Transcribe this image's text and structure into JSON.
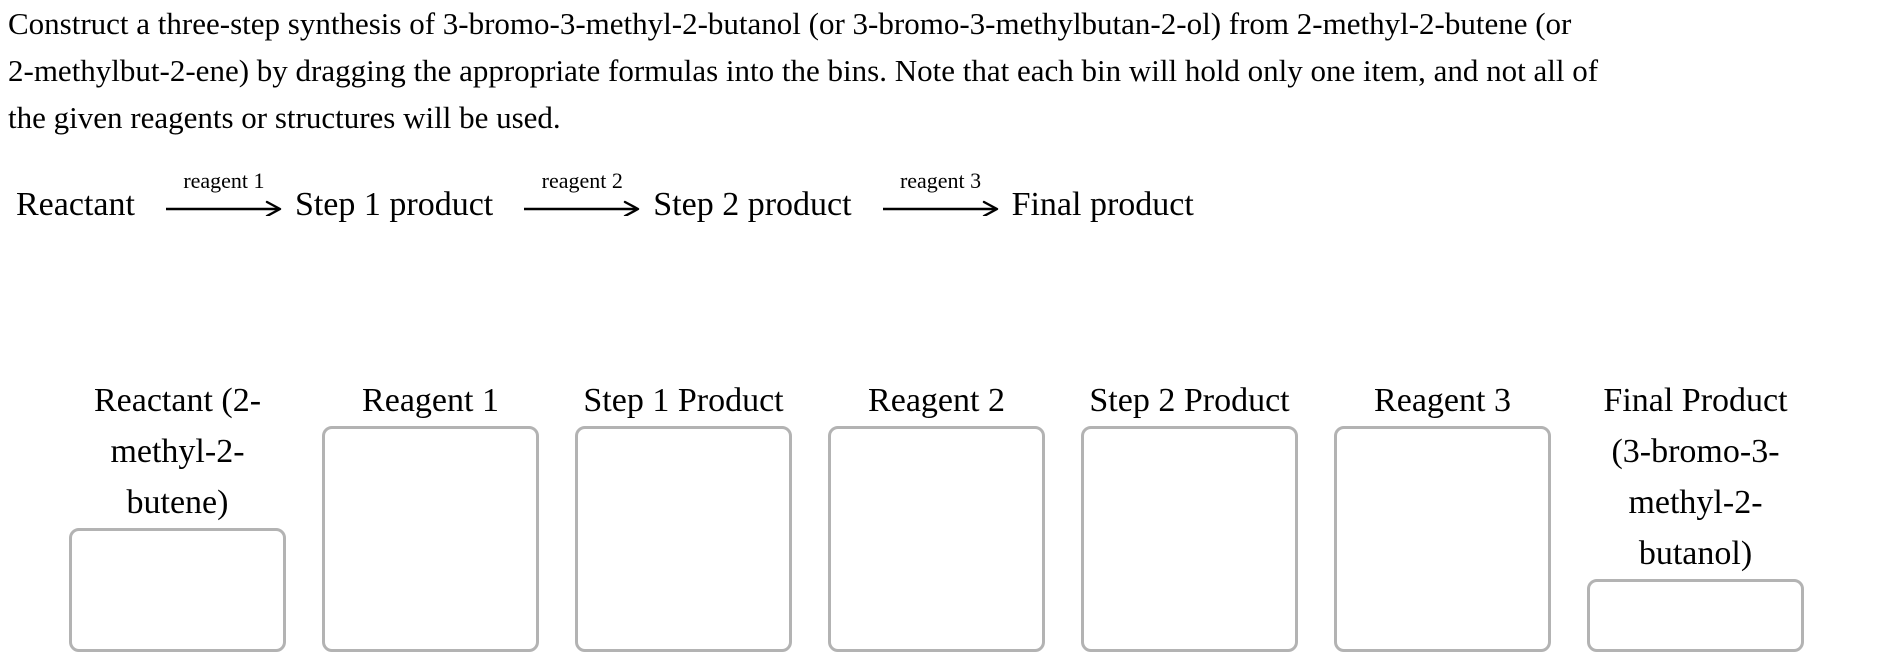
{
  "instructions": {
    "lines": [
      "Construct a three-step synthesis of 3-bromo-3-methyl-2-butanol (or 3-bromo-3-methylbutan-2-ol) from 2-methyl-2-butene (or",
      "2-methylbut-2-ene) by dragging the appropriate formulas into the bins. Note that each bin will hold only one item, and not all of",
      "the given reagents or structures will be used."
    ]
  },
  "scheme": {
    "nodes": [
      "Reactant",
      "Step 1 product",
      "Step 2 product",
      "Final product"
    ],
    "arrow_labels": [
      "reagent 1",
      "reagent 2",
      "reagent 3"
    ]
  },
  "bins": [
    {
      "name": "reactant",
      "label_lines": [
        "Reactant (2-",
        "methyl-2-",
        "butene)"
      ]
    },
    {
      "name": "reagent-1",
      "label_lines": [
        "Reagent 1"
      ]
    },
    {
      "name": "step-1-product",
      "label_lines": [
        "Step 1 Product"
      ]
    },
    {
      "name": "reagent-2",
      "label_lines": [
        "Reagent 2"
      ]
    },
    {
      "name": "step-2-product",
      "label_lines": [
        "Step 2 Product"
      ]
    },
    {
      "name": "reagent-3",
      "label_lines": [
        "Reagent 3"
      ]
    },
    {
      "name": "final-product",
      "label_lines": [
        "Final Product",
        "(3-bromo-3-",
        "methyl-2-",
        "butanol)"
      ]
    }
  ],
  "colors": {
    "bin_border": "#b3b3b3",
    "text": "#000000"
  }
}
